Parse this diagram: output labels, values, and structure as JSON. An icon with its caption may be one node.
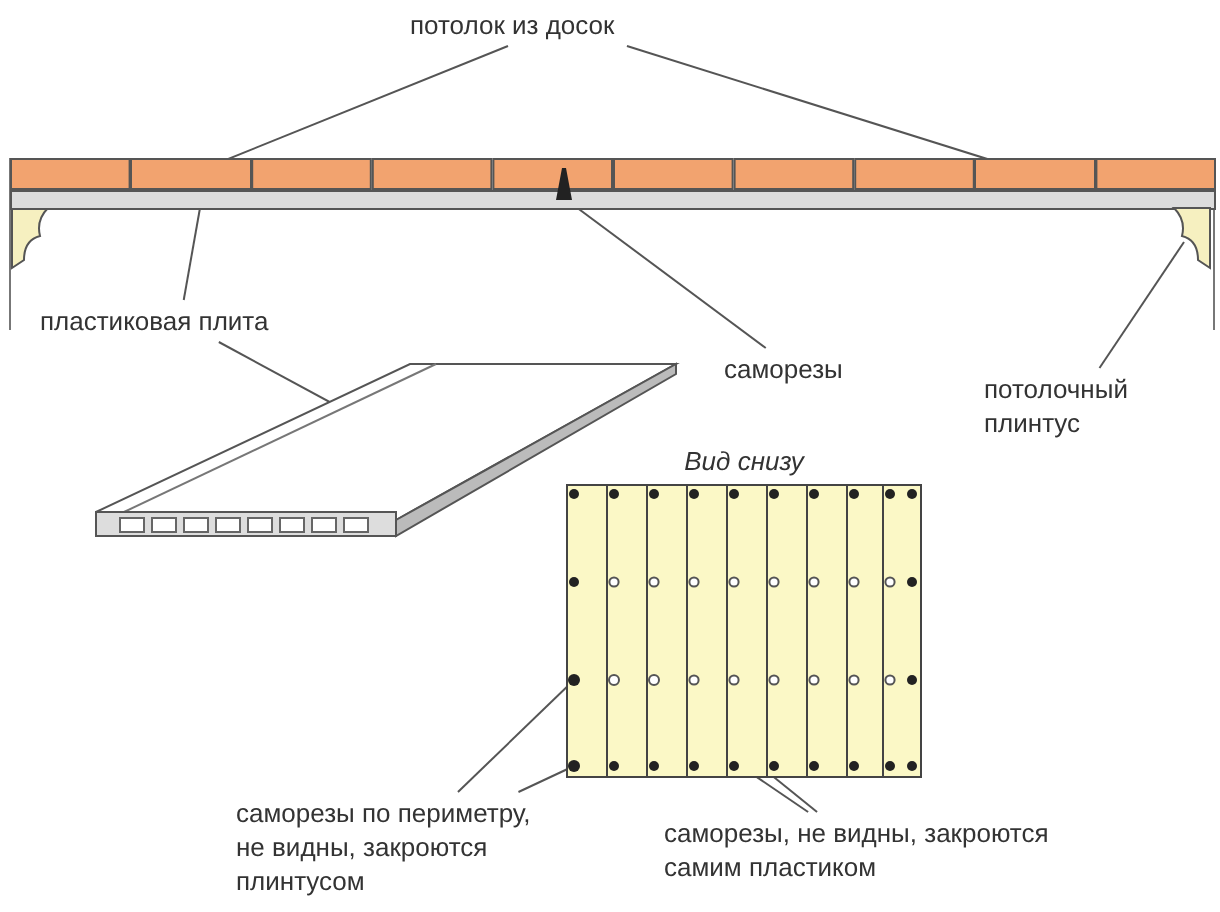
{
  "diagram": {
    "nodes": [
      {
        "text": [
          "потолок из досок"
        ]
      },
      {
        "text": [],
        "shape": "box"
      },
      {
        "text": [],
        "shape": "box"
      },
      {
        "text": [
          "пластиковая плита"
        ]
      },
      {
        "text": [],
        "shape": "bar"
      },
      {
        "text": [],
        "shape": "picture"
      },
      {
        "text": [
          "саморезы"
        ]
      },
      {
        "text": [],
        "shape": "picture"
      },
      {
        "text": [
          "потолочный плинтус"
        ]
      },
      {
        "text": [],
        "shape": "picture"
      },
      {
        "text": [
          "Вид снизу"
        ]
      },
      {
        "text": [],
        "shape": "circle",
        "in": 10
      },
      {
        "text": [],
        "shape": "circle",
        "in": 10
      },
      {
        "text": [
          "саморезы по периметру, не видны, закроются плинтусом"
        ]
      },
      {
        "text": [
          "саморезы, не видны, закроются самим пластиком"
        ]
      },
      {
        "text": [],
        "shape": "circle",
        "in": 10
      },
      {
        "text": [],
        "shape": "circle",
        "in": 10
      }
    ],
    "edges": [
      {
        "from": 0,
        "to": 1,
        "arrow": "none"
      },
      {
        "from": 0,
        "to": 2,
        "arrow": "none"
      },
      {
        "from": 3,
        "to": 4,
        "arrow": "none"
      },
      {
        "from": 3,
        "to": 5,
        "arrow": "none"
      },
      {
        "from": 6,
        "to": 7,
        "arrow": "none"
      },
      {
        "from": 8,
        "to": 9,
        "arrow": "none"
      },
      {
        "from": 13,
        "to": 11,
        "arrow": "none"
      },
      {
        "from": 13,
        "to": 12,
        "arrow": "none"
      },
      {
        "from": 14,
        "to": 15,
        "arrow": "none"
      },
      {
        "from": 14,
        "to": 16,
        "arrow": "none"
      }
    ]
  }
}
